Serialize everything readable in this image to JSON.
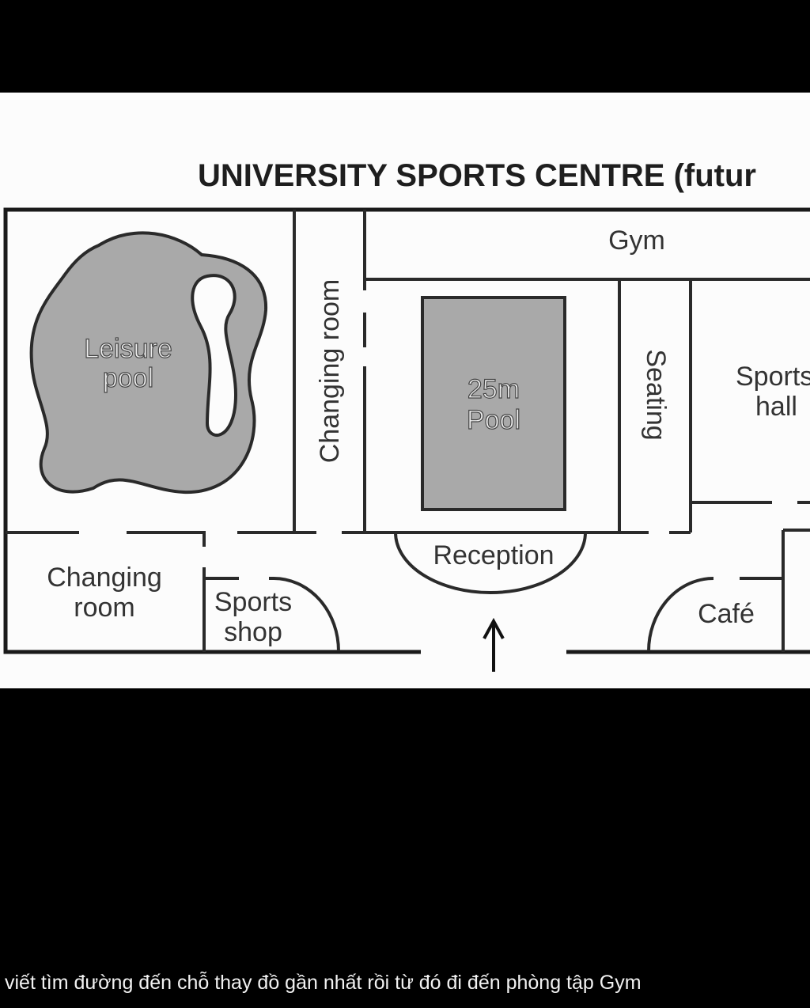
{
  "plan": {
    "title": "UNIVERSITY SPORTS CENTRE (futur",
    "rooms": {
      "leisure_pool": [
        "Leisure",
        "pool"
      ],
      "changing_room_vertical": "Changing room",
      "gym": "Gym",
      "pool_25m": [
        "25m",
        "Pool"
      ],
      "seating": "Seating",
      "sports_hall": [
        "Sports",
        "hall"
      ],
      "changing_room_bottom": [
        "Changing",
        "room"
      ],
      "sports_shop": [
        "Sports",
        "shop"
      ],
      "reception": "Reception",
      "cafe": "Café"
    }
  },
  "caption": "viết tìm đường đến chỗ thay đồ gần nhất rồi từ đó đi đến phòng tập Gym"
}
